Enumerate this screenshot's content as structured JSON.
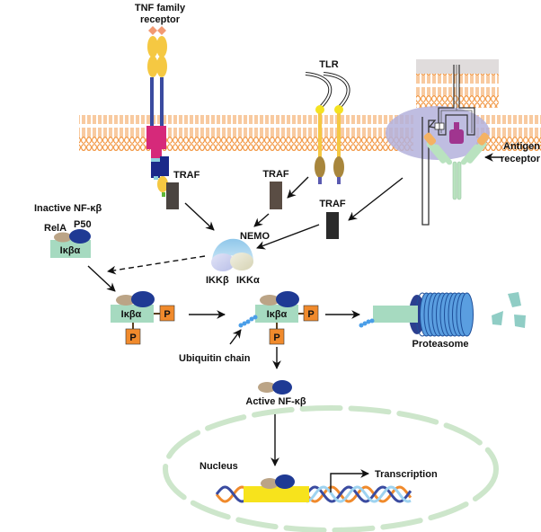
{
  "title": "NF-κβ signaling pathway",
  "receptors": {
    "tnf": "TNF family\nreceptor",
    "tnf_line1": "TNF family",
    "tnf_line2": "receptor",
    "tlr": "TLR",
    "antigen_line1": "Antigen",
    "antigen_line2": "receptor"
  },
  "adaptors": {
    "traf_tnf": "TRAF",
    "traf_tlr": "TRAF",
    "traf_antigen": "TRAF"
  },
  "ikk_complex": {
    "nemo": "NEMO",
    "ikk_beta": "IKKβ",
    "ikk_alpha": "IKKα"
  },
  "inactive_complex": {
    "title": "Inactive NF-κβ",
    "rela": "RelA",
    "p50": "P50",
    "inhibitor": "Iκβα"
  },
  "phosphorylated_complex": {
    "inhibitor": "Iκβα",
    "phospho": "P"
  },
  "ubiquitinated_complex": {
    "inhibitor": "Iκβα",
    "phospho": "P",
    "ubiquitin_label": "Ubiquitin chain"
  },
  "proteasome": {
    "label": "Proteasome"
  },
  "active_complex": {
    "label": "Active NF-κβ"
  },
  "nucleus": {
    "label": "Nucleus",
    "transcription": "Transcription"
  },
  "colors": {
    "membrane": "#f08a2c",
    "tnf_ecd": "#f5c842",
    "tnf_stalk": "#3a4ba0",
    "tnf_tm": "#d6297a",
    "traf": "#4a4440",
    "tlr_head": "#f4e221",
    "tlr_tir": "#a8863c",
    "ikk_cap": "#a9d3ec",
    "ikba": "#a6dac0",
    "rela": "#bba486",
    "p50": "#1f3a94",
    "phospho": "#f08a2c",
    "ubiquitin": "#4a9ee8",
    "proteasome": "#5a9ee0",
    "nucleus_envelope": "#cde6cb",
    "dna_yellow": "#f7e31c"
  }
}
